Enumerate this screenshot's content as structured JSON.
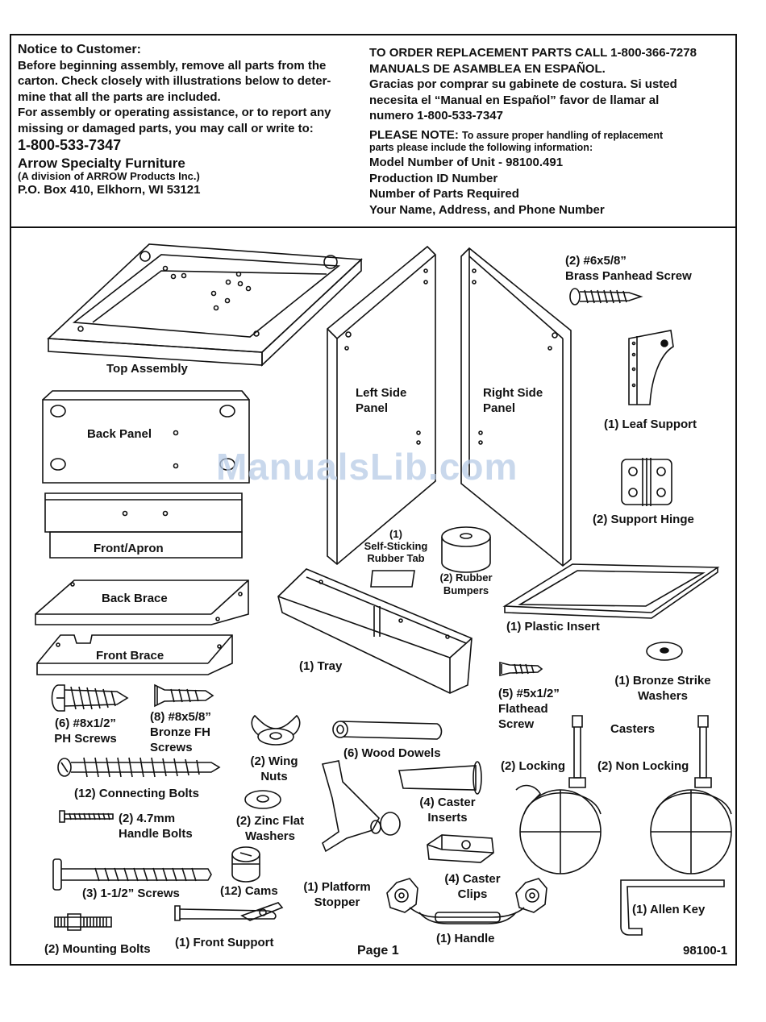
{
  "notice": {
    "title": "Notice to Customer:",
    "line1": "Before beginning assembly, remove all parts from the",
    "line2": "carton. Check closely with illustrations below to deter-",
    "line3": "mine that all the parts are included.",
    "line4": "For assembly or operating assistance, or to report any",
    "line5": "missing or damaged parts, you may call or write to:",
    "phone": "1-800-533-7347",
    "company": "Arrow Specialty Furniture",
    "division": "(A division of ARROW Products Inc.)",
    "address": "P.O. Box 410, Elkhorn, WI  53121"
  },
  "order": {
    "line1": "TO ORDER REPLACEMENT PARTS CALL 1-800-366-7278",
    "line2": "MANUALS DE ASAMBLEA EN ESPAÑOL.",
    "line3": "Gracias por comprar su gabinete de costura. Si usted",
    "line4": "necesita el “Manual en Español” favor de llamar al",
    "line5": "numero 1-800-533-7347",
    "please_note": "PLEASE NOTE:",
    "note_text1": "To assure proper handling of replacement",
    "note_text2": "parts please include the following information:",
    "model": "Model Number of Unit - 98100.491",
    "production": "Production ID Number",
    "parts_required": "Number of Parts Required",
    "contact": "Your Name, Address, and Phone Number"
  },
  "parts": {
    "top_assembly": "Top Assembly",
    "back_panel": "Back Panel",
    "front_apron": "Front/Apron",
    "back_brace": "Back Brace",
    "front_brace": "Front Brace",
    "left_side_1": "Left Side",
    "left_side_2": "Panel",
    "right_side_1": "Right Side",
    "right_side_2": "Panel",
    "brass_screw_1": "(2) #6x5/8”",
    "brass_screw_2": "Brass Panhead Screw",
    "leaf_support": "(1) Leaf Support",
    "support_hinge": "(2) Support Hinge",
    "rubber_tab_1": "(1)",
    "rubber_tab_2": "Self-Sticking",
    "rubber_tab_3": "Rubber Tab",
    "rubber_bumpers_1": "(2) Rubber",
    "rubber_bumpers_2": "Bumpers",
    "plastic_insert": "(1) Plastic Insert",
    "tray": "(1) Tray",
    "flathead_1": "(5) #5x1/2”",
    "flathead_2": "Flathead",
    "flathead_3": "Screw",
    "strike_washers_1": "(1) Bronze Strike",
    "strike_washers_2": "Washers",
    "ph_screws_1": "(6) #8x1/2”",
    "ph_screws_2": "PH Screws",
    "fh_screws_1": "(8) #8x5/8”",
    "fh_screws_2": "Bronze FH",
    "fh_screws_3": "Screws",
    "wing_nuts_1": "(2) Wing",
    "wing_nuts_2": "Nuts",
    "wood_dowels": "(6) Wood Dowels",
    "casters": "Casters",
    "locking": "(2) Locking",
    "non_locking": "(2) Non Locking",
    "connecting_bolts": "(12) Connecting Bolts",
    "handle_bolts_1": "(2) 4.7mm",
    "handle_bolts_2": "Handle Bolts",
    "zinc_washers_1": "(2) Zinc Flat",
    "zinc_washers_2": "Washers",
    "caster_inserts_1": "(4) Caster",
    "caster_inserts_2": "Inserts",
    "caster_clips_1": "(4) Caster",
    "caster_clips_2": "Clips",
    "platform_stopper_1": "(1) Platform",
    "platform_stopper_2": "Stopper",
    "screws_112": "(3) 1-1/2” Screws",
    "cams": "(12) Cams",
    "allen_key": "(1) Allen Key",
    "mounting_bolts": "(2) Mounting Bolts",
    "front_support": "(1) Front Support",
    "handle": "(1) Handle"
  },
  "footer": {
    "page": "Page 1",
    "doc_number": "98100-1"
  },
  "watermark": "ManualsLib.com"
}
